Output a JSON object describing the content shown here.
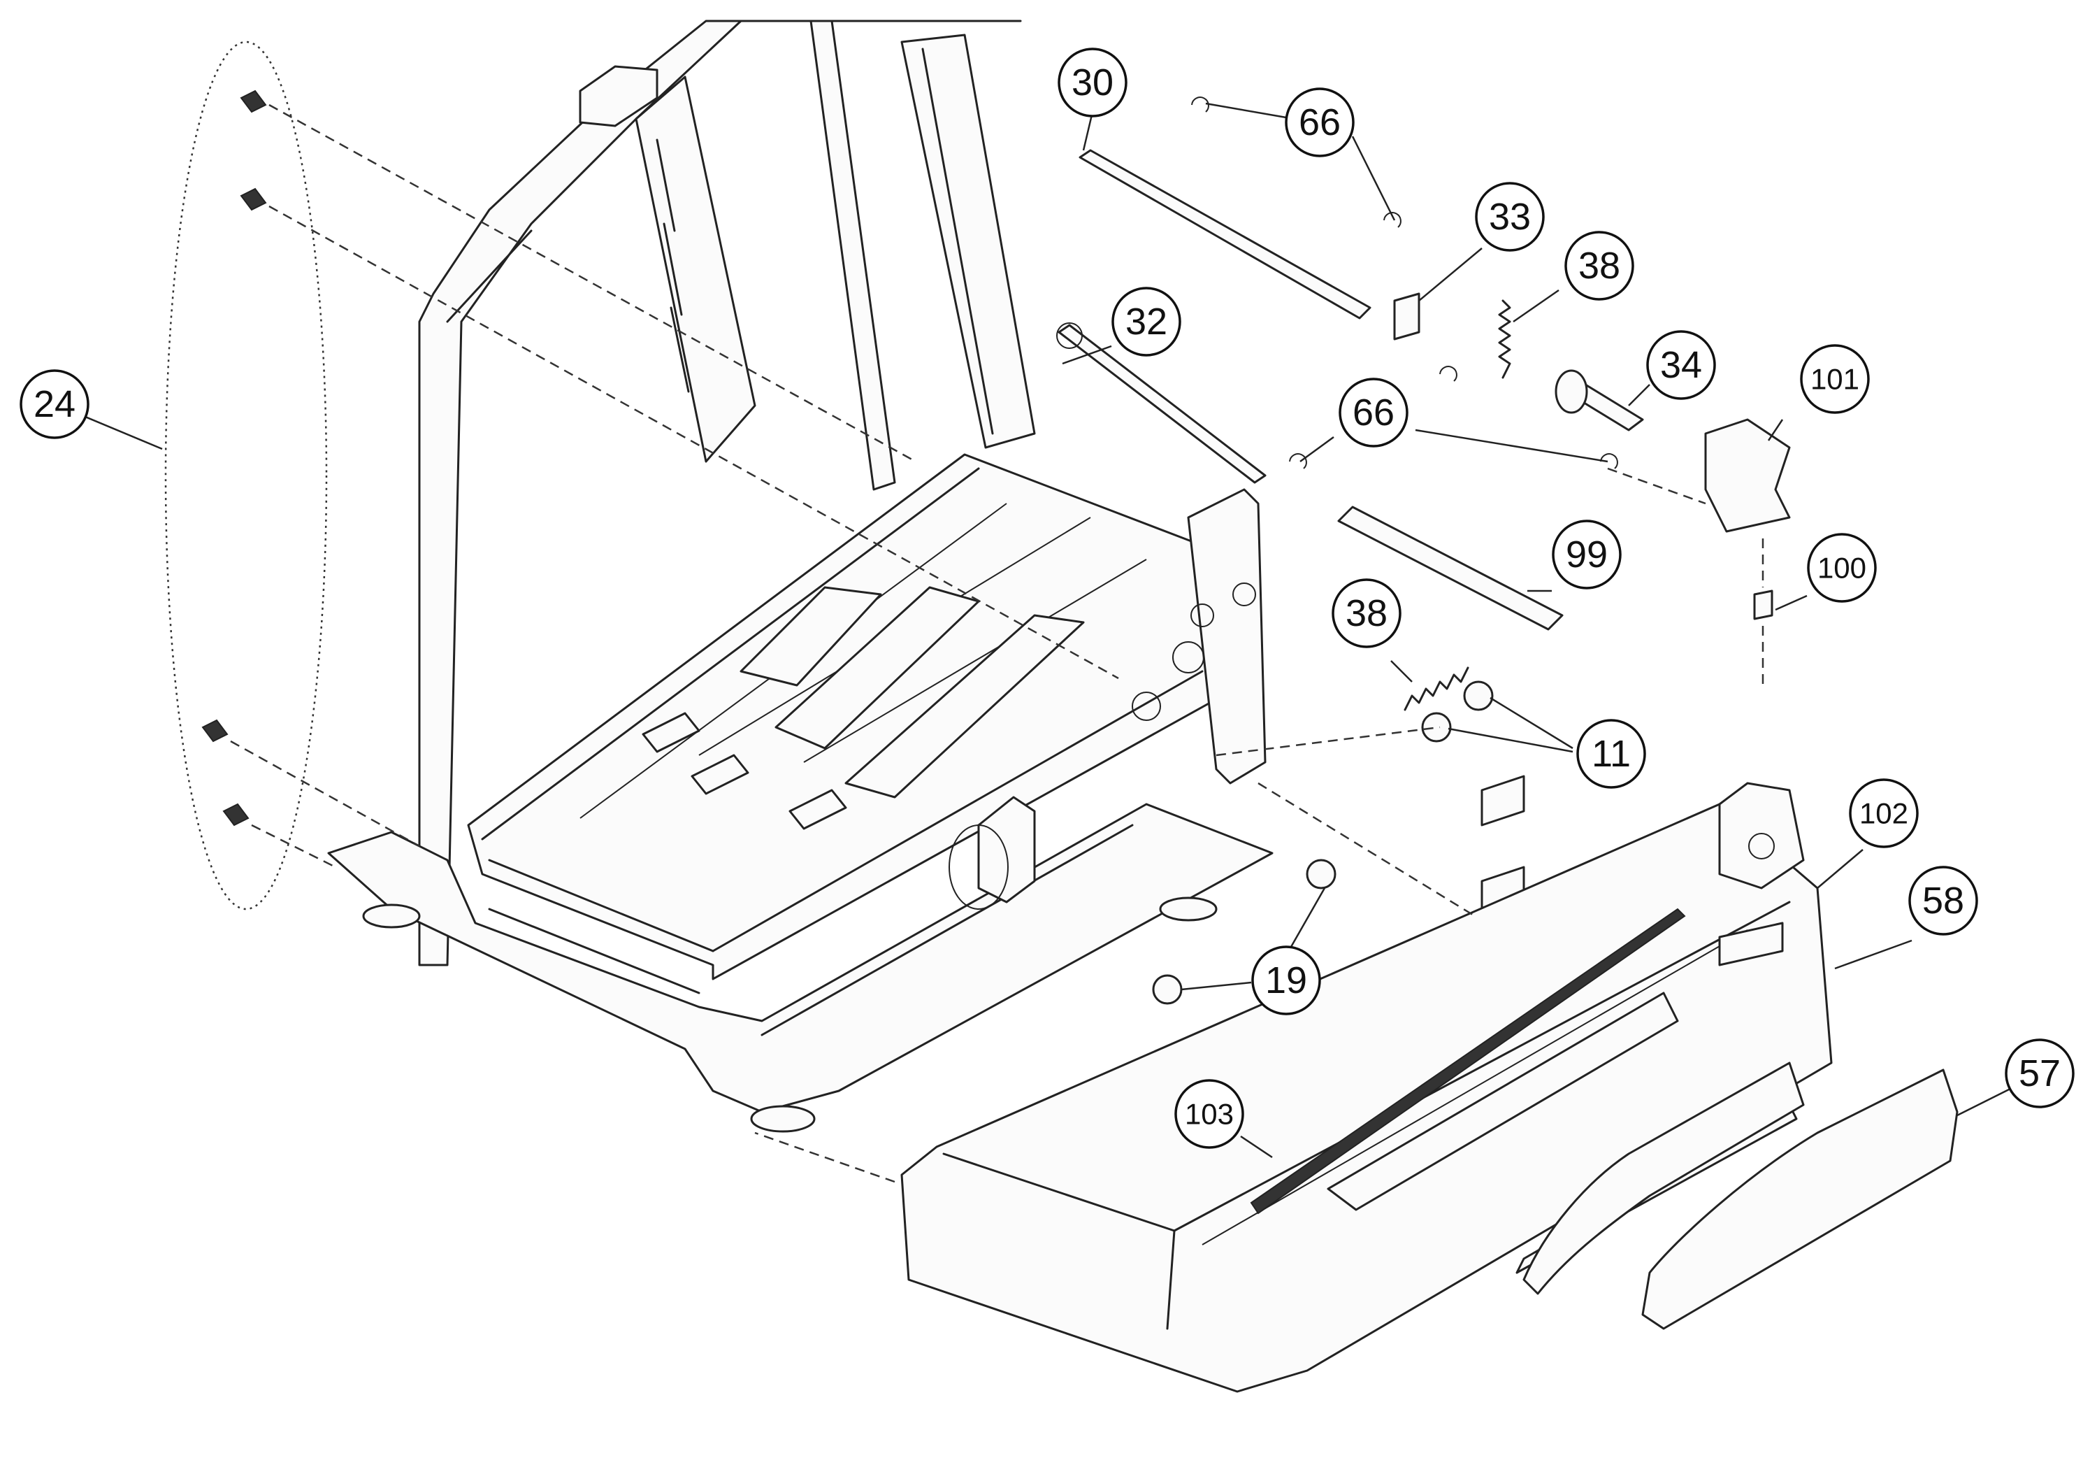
{
  "callouts": [
    {
      "label": "24"
    },
    {
      "label": "30"
    },
    {
      "label": "66"
    },
    {
      "label": "33"
    },
    {
      "label": "38"
    },
    {
      "label": "32"
    },
    {
      "label": "34"
    },
    {
      "label": "101"
    },
    {
      "label": "66"
    },
    {
      "label": "99"
    },
    {
      "label": "100"
    },
    {
      "label": "38"
    },
    {
      "label": "11"
    },
    {
      "label": "102"
    },
    {
      "label": "58"
    },
    {
      "label": "19"
    },
    {
      "label": "57"
    },
    {
      "label": "103"
    }
  ]
}
